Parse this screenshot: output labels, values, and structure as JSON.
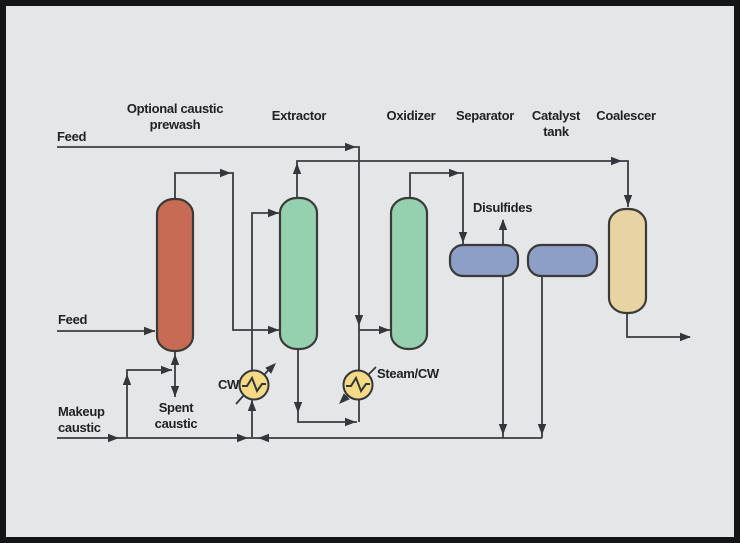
{
  "diagram": {
    "kind": "process-flow-diagram",
    "equipment": {
      "prewash": {
        "label_line1": "Optional caustic",
        "label_line2": "prewash"
      },
      "extractor": {
        "label": "Extractor"
      },
      "oxidizer": {
        "label": "Oxidizer"
      },
      "separator": {
        "label": "Separator"
      },
      "catalyst_tank": {
        "label_line1": "Catalyst",
        "label_line2": "tank"
      },
      "coalescer": {
        "label": "Coalescer"
      }
    },
    "streams": {
      "feed_top": "Feed",
      "feed_bottom": "Feed",
      "makeup_caustic_line1": "Makeup",
      "makeup_caustic_line2": "caustic",
      "spent_caustic_line1": "Spent",
      "spent_caustic_line2": "caustic",
      "disulfides": "Disulfides",
      "cw_exchanger": "CW",
      "steam_cw_exchanger": "Steam/CW"
    },
    "colors": {
      "background": "#e4e6e8",
      "border": "#141516",
      "line": "#393d41",
      "text": "#202326",
      "prewash_vessel": "#c76b55",
      "extractor_oxidizer_vessel": "#95d1af",
      "separator_catalyst_drum": "#8d9ec7",
      "coalescer_vessel": "#e8d3a3",
      "exchanger_fill": "#f4da85"
    }
  }
}
